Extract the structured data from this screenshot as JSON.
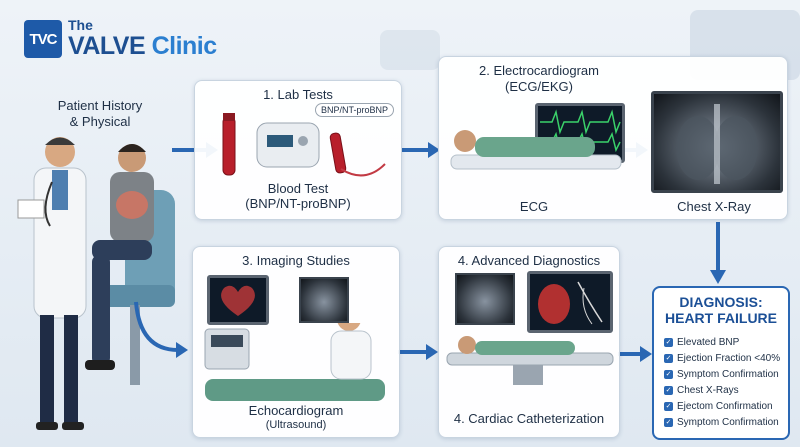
{
  "logo": {
    "badge": "TVC",
    "the": "The",
    "name_part1": "VALVE",
    "name_part2": "Clinic"
  },
  "history": {
    "title_line1": "Patient History",
    "title_line2": "& Physical"
  },
  "lab": {
    "title": "1. Lab Tests",
    "tag": "BNP/NT-proBNP",
    "caption_line1": "Blood Test",
    "caption_line2": "(BNP/NT-proBNP)"
  },
  "ecg": {
    "title_line1": "2. Electrocardiogram",
    "title_line2": "(ECG/EKG)",
    "caption": "ECG",
    "xray_caption": "Chest X-Ray"
  },
  "imaging": {
    "title": "3. Imaging Studies",
    "caption_line1": "Echocardiogram",
    "caption_line2": "(Ultrasound)"
  },
  "advanced": {
    "title": "4. Advanced Diagnostics",
    "caption": "4. Cardiac Catheterization"
  },
  "diagnosis": {
    "title_line1": "DIAGNOSIS:",
    "title_line2": "HEART FAILURE",
    "items": [
      "Elevated BNP",
      "Ejection Fraction <40%",
      "Symptom Confirmation",
      "Chest X-Rays",
      "Ejectom Confirmation",
      "Symptom Confirmation"
    ]
  },
  "colors": {
    "accent": "#1e5aa8",
    "arrow": "#2a67b3"
  }
}
